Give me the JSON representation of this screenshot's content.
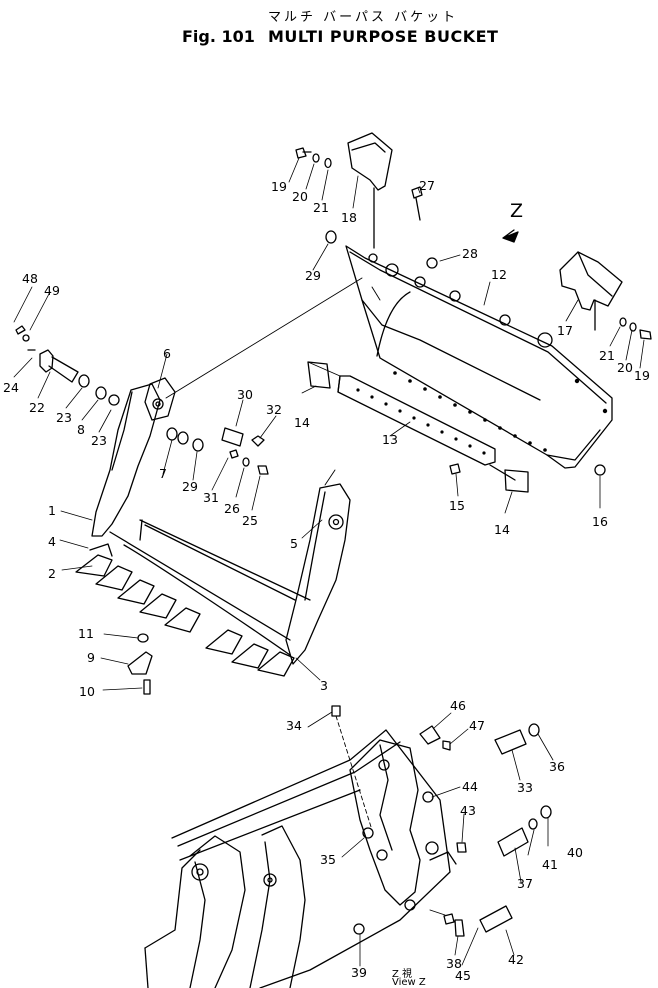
{
  "title": {
    "japanese": "マルチ バーパス バケット",
    "figure": "Fig. 101",
    "name": "MULTI PURPOSE BUCKET"
  },
  "view": {
    "arrow_label": "Z",
    "caption_line1": "Z 視",
    "caption_line2": "View Z"
  },
  "part_numbers": [
    {
      "id": "p48",
      "text": "48"
    },
    {
      "id": "p49",
      "text": "49"
    },
    {
      "id": "p24",
      "text": "24"
    },
    {
      "id": "p22",
      "text": "22"
    },
    {
      "id": "p23a",
      "text": "23"
    },
    {
      "id": "p8",
      "text": "8"
    },
    {
      "id": "p23b",
      "text": "23"
    },
    {
      "id": "p6",
      "text": "6"
    },
    {
      "id": "p7",
      "text": "7"
    },
    {
      "id": "p29a",
      "text": "29"
    },
    {
      "id": "p30",
      "text": "30"
    },
    {
      "id": "p31",
      "text": "31"
    },
    {
      "id": "p26",
      "text": "26"
    },
    {
      "id": "p32",
      "text": "32"
    },
    {
      "id": "p25",
      "text": "25"
    },
    {
      "id": "p1",
      "text": "1"
    },
    {
      "id": "p4",
      "text": "4"
    },
    {
      "id": "p2",
      "text": "2"
    },
    {
      "id": "p5",
      "text": "5"
    },
    {
      "id": "p11",
      "text": "11"
    },
    {
      "id": "p9",
      "text": "9"
    },
    {
      "id": "p10",
      "text": "10"
    },
    {
      "id": "p3",
      "text": "3"
    },
    {
      "id": "p19a",
      "text": "19"
    },
    {
      "id": "p20a",
      "text": "20"
    },
    {
      "id": "p21a",
      "text": "21"
    },
    {
      "id": "p18",
      "text": "18"
    },
    {
      "id": "p27",
      "text": "27"
    },
    {
      "id": "p29b",
      "text": "29"
    },
    {
      "id": "p28",
      "text": "28"
    },
    {
      "id": "p12",
      "text": "12"
    },
    {
      "id": "p17",
      "text": "17"
    },
    {
      "id": "p21b",
      "text": "21"
    },
    {
      "id": "p20b",
      "text": "20"
    },
    {
      "id": "p19b",
      "text": "19"
    },
    {
      "id": "p14a",
      "text": "14"
    },
    {
      "id": "p13",
      "text": "13"
    },
    {
      "id": "p15",
      "text": "15"
    },
    {
      "id": "p14b",
      "text": "14"
    },
    {
      "id": "p16",
      "text": "16"
    },
    {
      "id": "p34",
      "text": "34"
    },
    {
      "id": "p46",
      "text": "46"
    },
    {
      "id": "p47",
      "text": "47"
    },
    {
      "id": "p33",
      "text": "33"
    },
    {
      "id": "p36",
      "text": "36"
    },
    {
      "id": "p44",
      "text": "44"
    },
    {
      "id": "p43",
      "text": "43"
    },
    {
      "id": "p40",
      "text": "40"
    },
    {
      "id": "p41",
      "text": "41"
    },
    {
      "id": "p37",
      "text": "37"
    },
    {
      "id": "p35",
      "text": "35"
    },
    {
      "id": "p39",
      "text": "39"
    },
    {
      "id": "p38",
      "text": "38"
    },
    {
      "id": "p45",
      "text": "45"
    },
    {
      "id": "p42",
      "text": "42"
    }
  ]
}
